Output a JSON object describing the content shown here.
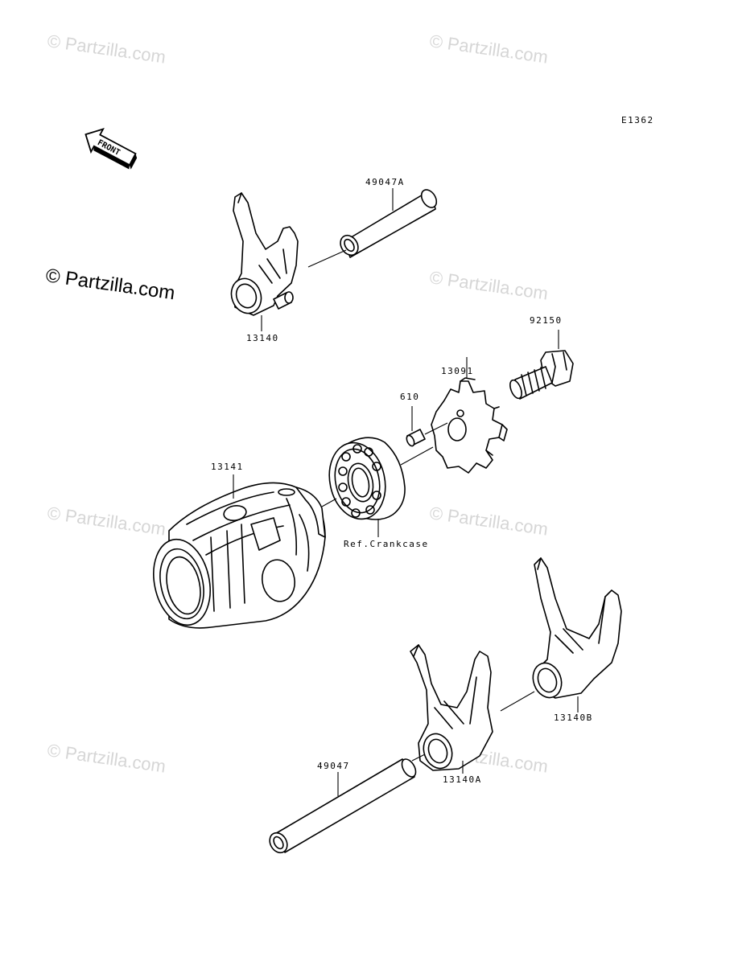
{
  "diagram_code": "E1362",
  "front_label": "FRONT",
  "watermark_text": "© Partzilla.com",
  "watermark_main": "© Partzilla.com",
  "parts": {
    "shaft_upper": "49047A",
    "fork_upper": "13140",
    "bolt": "92150",
    "cam_plate": "13091",
    "pin": "610",
    "drum": "13141",
    "bearing_ref": "Ref.Crankcase",
    "fork_right": "13140B",
    "fork_lower": "13140A",
    "shaft_lower": "49047"
  }
}
